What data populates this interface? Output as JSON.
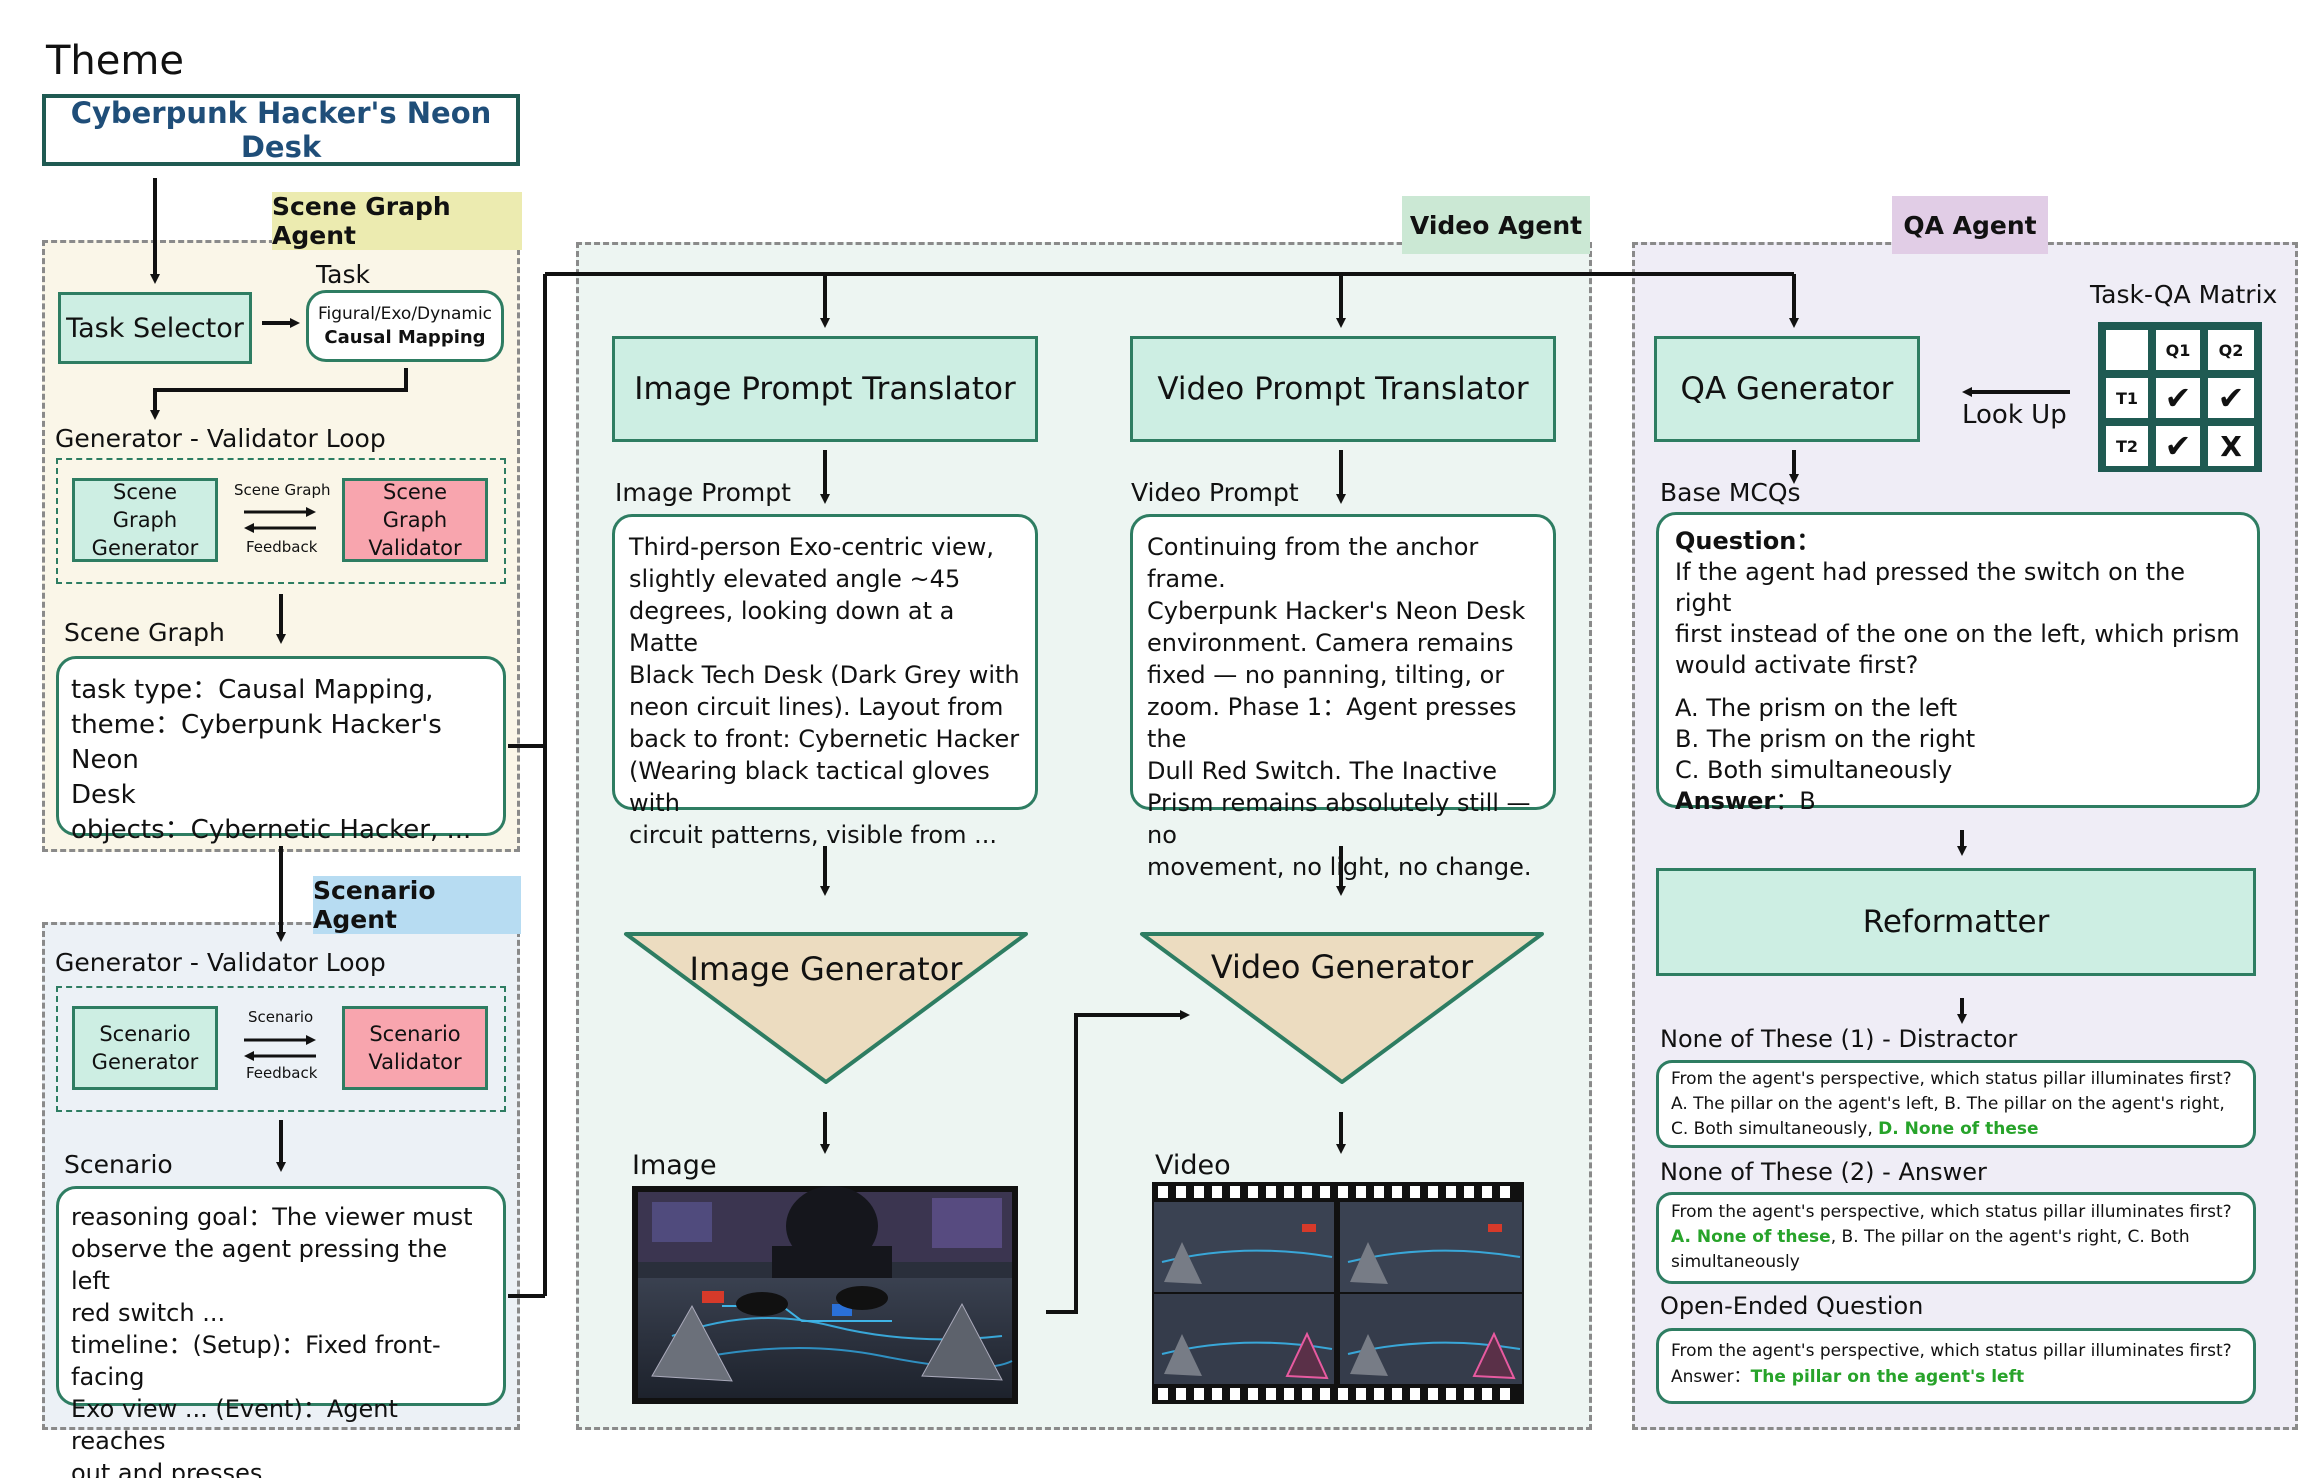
{
  "theme": {
    "label": "Theme",
    "title": "Cyberpunk Hacker's Neon Desk"
  },
  "scene_graph_agent": {
    "tag": "Scene Graph Agent",
    "task_selector": "Task Selector",
    "task_label": "Task",
    "task_line1": "Figural/Exo/Dynamic",
    "task_line2": "Causal Mapping",
    "loop_label": "Generator - Validator Loop",
    "generator": "Scene Graph Generator",
    "validator": "Scene Graph Validator",
    "arrow_top": "Scene Graph",
    "arrow_bottom": "Feedback",
    "output_label": "Scene Graph",
    "output_text": [
      "task type：Causal Mapping,",
      "theme：Cyberpunk Hacker's Neon",
      "Desk",
      "objects：Cybernetic Hacker, ..."
    ]
  },
  "scenario_agent": {
    "tag": "Scenario Agent",
    "loop_label": "Generator - Validator Loop",
    "generator": "Scenario Generator",
    "validator": "Scenario Validator",
    "arrow_top": "Scenario",
    "arrow_bottom": "Feedback",
    "output_label": "Scenario",
    "output_text": [
      "reasoning goal：The viewer must",
      "observe the agent pressing the left",
      "red switch ...",
      "timeline：(Setup)：Fixed front-facing",
      "Exo view ... (Event)：Agent reaches",
      "out and presses ..."
    ]
  },
  "video_agent": {
    "tag": "Video Agent",
    "image_prompt_translator": "Image Prompt Translator",
    "video_prompt_translator": "Video Prompt Translator",
    "image_prompt_label": "Image Prompt",
    "video_prompt_label": "Video Prompt",
    "image_prompt_text": [
      "Third-person Exo-centric view,",
      "slightly elevated angle ~45",
      "degrees, looking down at a Matte",
      "Black Tech Desk (Dark Grey with",
      "neon circuit lines). Layout from",
      "back to front: Cybernetic Hacker",
      "(Wearing black tactical gloves with",
      "circuit patterns, visible from ..."
    ],
    "video_prompt_text": [
      "Continuing from the anchor frame.",
      "Cyberpunk Hacker's Neon Desk",
      "environment. Camera remains",
      "fixed — no panning, tilting, or",
      "zoom. Phase 1：Agent presses the",
      "Dull Red Switch. The Inactive",
      "Prism remains absolutely still — no",
      "movement, no light, no change."
    ],
    "image_generator": "Image Generator",
    "video_generator": "Video Generator",
    "image_label": "Image",
    "video_label": "Video"
  },
  "qa_agent": {
    "tag": "QA Agent",
    "qa_generator": "QA Generator",
    "look_up": "Look Up",
    "matrix_label": "Task-QA Matrix",
    "matrix": {
      "cols": [
        "Q1",
        "Q2"
      ],
      "rows": [
        "T1",
        "T2"
      ],
      "cells": [
        [
          "✔",
          "✔"
        ],
        [
          "✔",
          "X"
        ]
      ]
    },
    "base_label": "Base MCQs",
    "question_head": "Question：",
    "question_lines": [
      "If the agent had pressed the switch on the right",
      "first instead of the one on the left, which prism",
      "would activate first?"
    ],
    "options": [
      "A. The prism on the left",
      "B. The prism on the right",
      "C. Both simultaneously"
    ],
    "answer_head": "Answer",
    "answer_value": "：B",
    "reformatter": "Reformatter",
    "none1_label": "None of These (1) - Distractor",
    "none1_lines": [
      "From the agent's perspective, which status pillar illuminates first?",
      "A. The pillar on the agent's left, B. The pillar on the agent's right,"
    ],
    "none1_line3a": "C. Both simultaneously, ",
    "none1_line3b": "D. None of these",
    "none2_label": "None of These (2) - Answer",
    "none2_line1": "From the agent's perspective, which status pillar illuminates first?",
    "none2_line2a": "A. None of these",
    "none2_line2b": ", B. The pillar on the agent's right, C. Both",
    "none2_line3": "simultaneously",
    "open_label": "Open-Ended Question",
    "open_line1": "From the agent's perspective, which status pillar illuminates first?",
    "open_line2a": "Answer：",
    "open_line2b": "The pillar on the agent's left"
  },
  "colors": {
    "mint": "#cdeee3",
    "pink": "#f8a5ae",
    "border_green": "#2e7d62",
    "theme_blue": "#1f4e79",
    "tag_yellow": "#ecebb0",
    "tag_blue": "#b7dcf2",
    "tag_green": "#cbe8d4",
    "tag_purple": "#e1cde6",
    "answer_green": "#27a32a",
    "generator_tan": "#ecdcc0"
  }
}
